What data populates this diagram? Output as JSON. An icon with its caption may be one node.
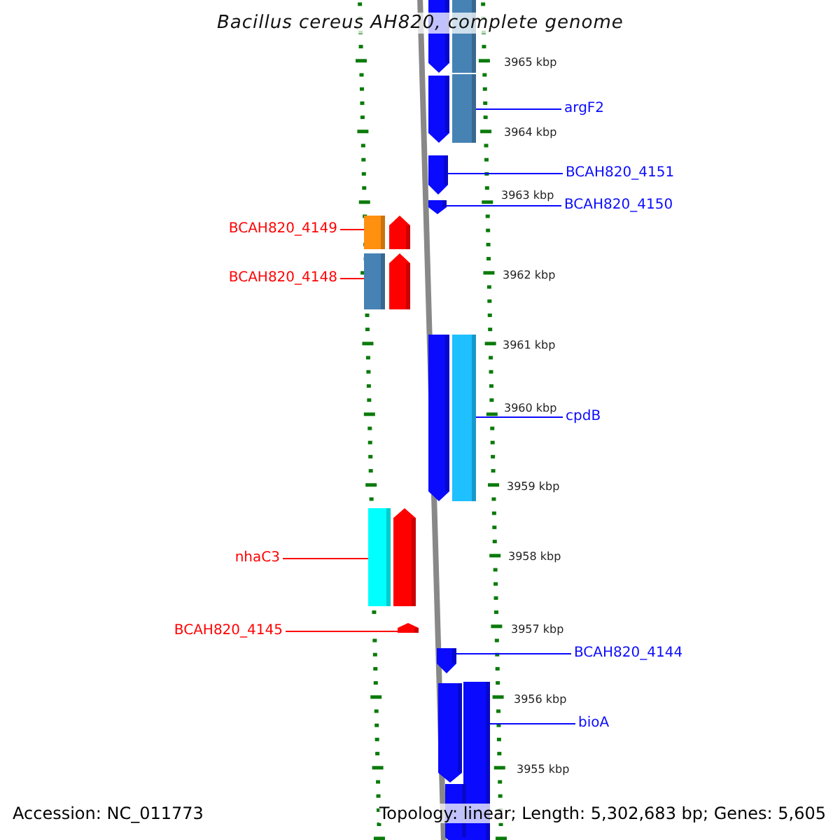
{
  "diagram": {
    "title": "Bacillus cereus AH820, complete genome",
    "nodes": [
      {
        "text": [],
        "shape": "arrow"
      },
      {
        "text": [],
        "shape": "bar"
      },
      {
        "text": [
          "argF2"
        ]
      },
      {
        "text": [],
        "shape": "arrow"
      },
      {
        "text": [],
        "shape": "bar"
      },
      {
        "text": [
          "BCAH820_4151"
        ]
      },
      {
        "text": [],
        "shape": "arrow"
      },
      {
        "text": [
          "BCAH820_4150"
        ]
      },
      {
        "text": [],
        "shape": "arrow"
      },
      {
        "text": [
          "BCAH820_4149"
        ]
      },
      {
        "text": [],
        "shape": "bar"
      },
      {
        "text": [],
        "shape": "arrow"
      },
      {
        "text": [
          "BCAH820_4148"
        ]
      },
      {
        "text": [],
        "shape": "bar"
      },
      {
        "text": [],
        "shape": "arrow"
      },
      {
        "text": [
          "cpdB"
        ]
      },
      {
        "text": [],
        "shape": "arrow"
      },
      {
        "text": [],
        "shape": "bar"
      },
      {
        "text": [
          "nhaC3"
        ]
      },
      {
        "text": [],
        "shape": "bar"
      },
      {
        "text": [],
        "shape": "arrow"
      },
      {
        "text": [
          "BCAH820_4145"
        ]
      },
      {
        "text": [],
        "shape": "arrow"
      },
      {
        "text": [
          "BCAH820_4144"
        ]
      },
      {
        "text": [],
        "shape": "arrow"
      },
      {
        "text": [
          "bioA"
        ]
      },
      {
        "text": [],
        "shape": "arrow"
      },
      {
        "text": [],
        "shape": "bar"
      },
      {
        "text": [],
        "shape": "arrow"
      }
    ],
    "edges": [
      {
        "from": 2,
        "to": 4,
        "arrow": "none"
      },
      {
        "from": 5,
        "to": 6,
        "arrow": "none"
      },
      {
        "from": 7,
        "to": 8,
        "arrow": "none"
      },
      {
        "from": 9,
        "to": 10,
        "arrow": "none",
        "color": "#ff0000"
      },
      {
        "from": 12,
        "to": 13,
        "arrow": "none",
        "color": "#ff0000"
      },
      {
        "from": 15,
        "to": 17,
        "arrow": "none"
      },
      {
        "from": 18,
        "to": 19,
        "arrow": "none",
        "color": "#ff0000"
      },
      {
        "from": 21,
        "to": 22,
        "arrow": "none",
        "color": "#ff0000"
      },
      {
        "from": 23,
        "to": 24,
        "arrow": "none"
      },
      {
        "from": 25,
        "to": 27,
        "arrow": "none"
      }
    ],
    "labels": [
      "3965 kbp",
      "3964 kbp",
      "3963 kbp",
      "3962 kbp",
      "3961 kbp",
      "3960 kbp",
      "3959 kbp",
      "3958 kbp",
      "3957 kbp",
      "3956 kbp",
      "3955 kbp",
      "Accession: NC_011773",
      "Topology: linear; Length: 5,302,683 bp; Genes: 5,605"
    ]
  }
}
